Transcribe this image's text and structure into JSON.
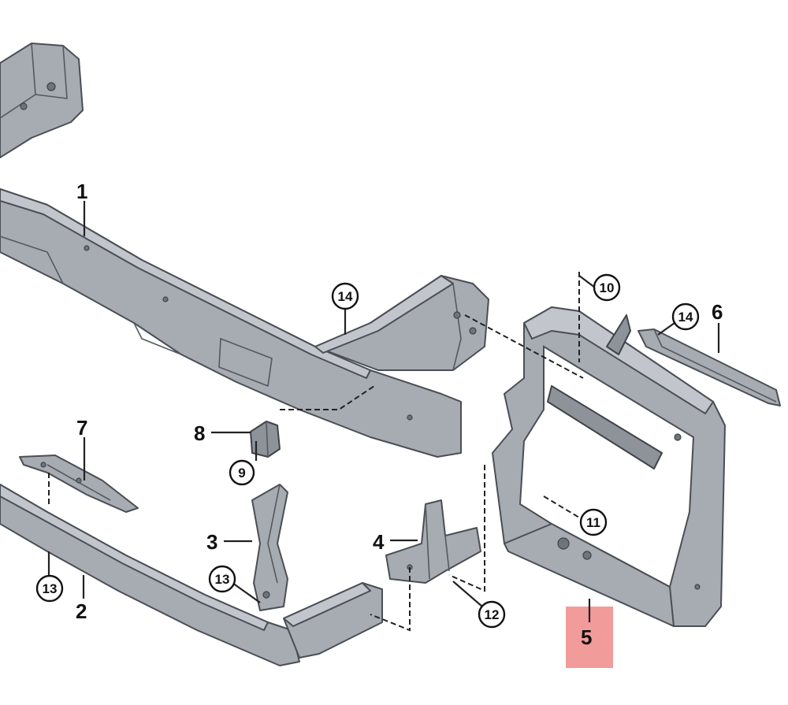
{
  "callouts": {
    "p1": "1",
    "p2": "2",
    "p3": "3",
    "p4": "4",
    "p5": "5",
    "p6": "6",
    "p7": "7",
    "p8": "8",
    "p9": "9",
    "p10": "10",
    "p11": "11",
    "p12": "12",
    "p13a": "13",
    "p13b": "13",
    "p14a": "14",
    "p14b": "14"
  },
  "highlight_color": "#f08a8a",
  "highlighted_part": "5"
}
